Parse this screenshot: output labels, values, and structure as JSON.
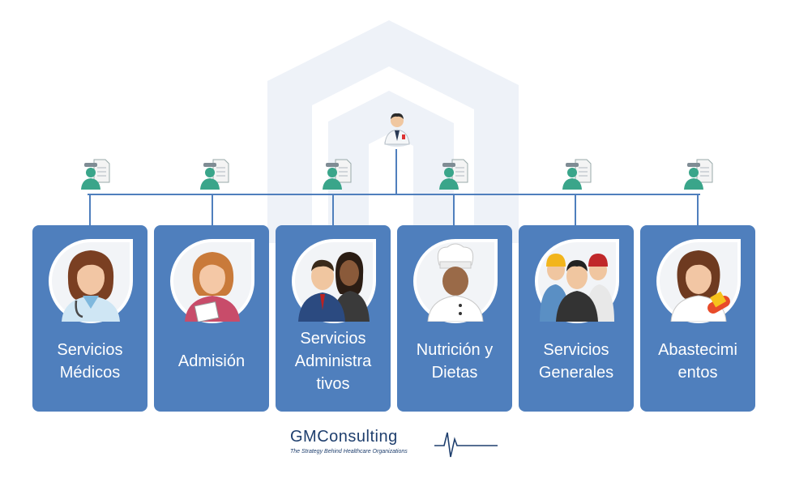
{
  "diagram": {
    "nodes": [
      {
        "label": "Servicios\nMédicos",
        "icon": "female-doctor-icon"
      },
      {
        "label": "Admisión",
        "icon": "receptionist-icon"
      },
      {
        "label": "Servicios\nAdministra\ntivos",
        "icon": "administrative-staff-icon"
      },
      {
        "label": "Nutrición y\nDietas",
        "icon": "chef-icon"
      },
      {
        "label": "Servicios\nGenerales",
        "icon": "general-workers-icon"
      },
      {
        "label": "Abastecimi\nentos",
        "icon": "pharmacist-icon"
      }
    ],
    "root_icon": "doctor-icon",
    "branch_icon": "user-document-icon"
  },
  "logo": {
    "name": "GMConsulting",
    "tagline": "The Strategy Behind Healthcare Organizations"
  },
  "colors": {
    "card": "#4f7fbd",
    "line": "#4f7fbd",
    "watermark": "#eef2f8",
    "logo": "#1f3f6e"
  }
}
